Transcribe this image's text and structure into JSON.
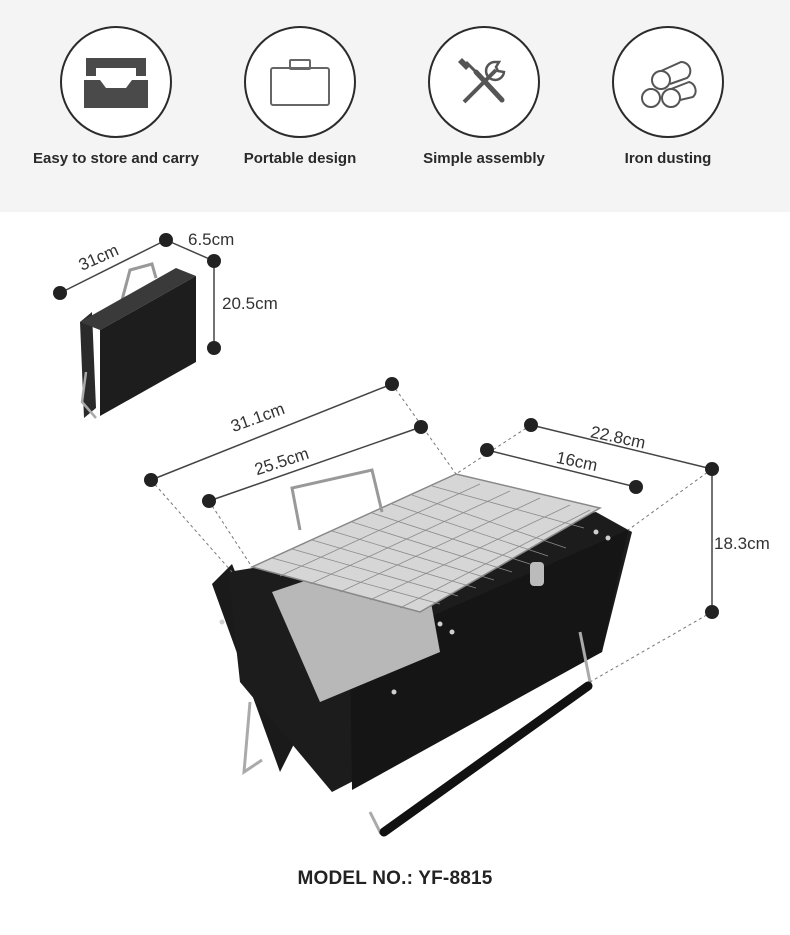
{
  "features": [
    {
      "label": "Easy to store and carry",
      "icon": "storage-box-icon"
    },
    {
      "label": "Portable design",
      "icon": "briefcase-icon"
    },
    {
      "label": "Simple assembly",
      "icon": "tools-icon"
    },
    {
      "label": "Iron dusting",
      "icon": "iron-rods-icon"
    }
  ],
  "dimensions": {
    "closed": {
      "length": "31cm",
      "depth": "6.5cm",
      "height": "20.5cm"
    },
    "open": {
      "outer_length": "31.1cm",
      "grill_length": "25.5cm",
      "outer_width": "22.8cm",
      "grill_width": "16cm",
      "height": "18.3cm"
    }
  },
  "model": "MODEL NO.: YF-8815",
  "colors": {
    "feature_band": "#f4f4f4",
    "grill_body": "#1c1c1c",
    "accent_dot": "#222222"
  }
}
